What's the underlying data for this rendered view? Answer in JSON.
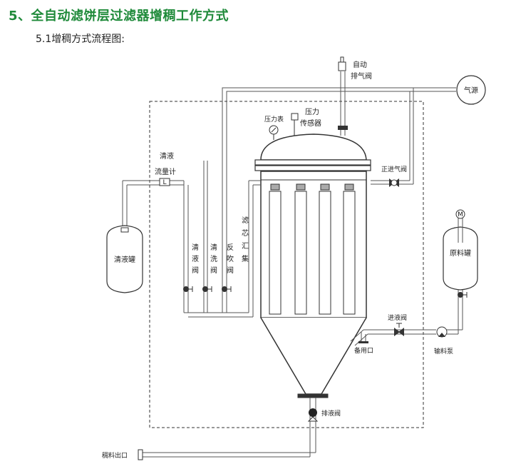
{
  "heading": "5、全自动滤饼层过滤器增稠工作方式",
  "subheading": "5.1增稠方式流程图:",
  "labels": {
    "auto_exhaust_1": "自动",
    "auto_exhaust_2": "排气阀",
    "gas_source": "气源",
    "pressure_gauge": "压力表",
    "pressure_sensor_1": "压力",
    "pressure_sensor_2": "传感器",
    "clear_flowmeter_1": "清液",
    "clear_flowmeter_2": "流量计",
    "flowmeter_mark": "L",
    "positive_inlet_valve": "正进气阀",
    "clear_tank": "清液罐",
    "clear_valve": [
      "清",
      "液",
      "阀"
    ],
    "wash_valve": [
      "清",
      "洗",
      "阀"
    ],
    "backflush_valve": [
      "反",
      "吹",
      "阀"
    ],
    "filter_manifold": [
      "滤",
      "芯",
      "汇",
      "集"
    ],
    "motor_mark": "M",
    "raw_tank": "原料罐",
    "inlet_valve": "进液阀",
    "spare_port": "备用口",
    "feed_pump": "输料泵",
    "drain_valve": "排液阀",
    "thick_outlet": "稠料出口"
  }
}
